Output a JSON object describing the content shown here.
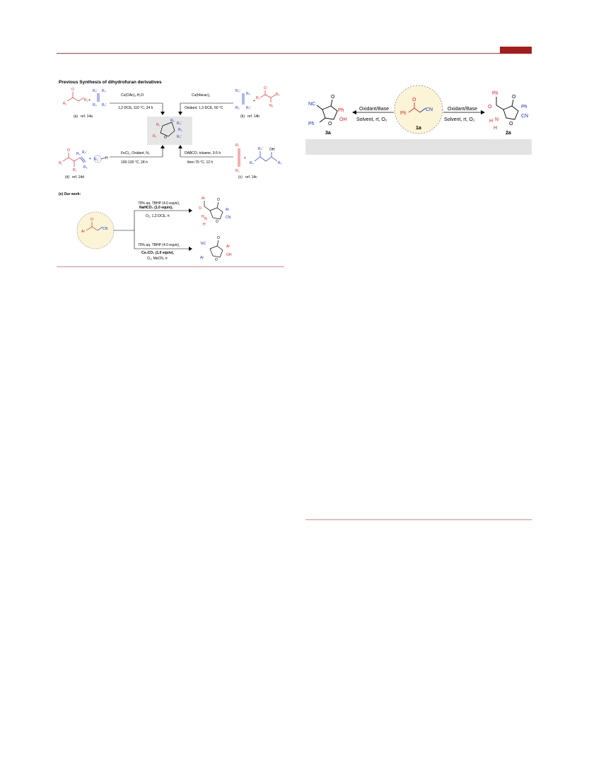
{
  "header": {
    "accent_color": "#a61c1c"
  },
  "scheme1": {
    "heading": "Previous Synthesis of dihydrofuran derivatives",
    "a": {
      "conditions": [
        "Cu(OAc)₂.H₂O",
        "1,2-DCE, 110 °C, 24 h"
      ],
      "ref": "ref. 14a",
      "label": "(a)"
    },
    "b": {
      "conditions": [
        "Cu(hfacac)₂",
        "Oxidant, 1,2-DCE, 60 °C"
      ],
      "ref": "ref. 14b",
      "label": "(b)"
    },
    "c": {
      "conditions": [
        "DABCO, toluene, 3-5 h",
        "then 70 °C, 12 h"
      ],
      "ref": "ref. 14c",
      "label": "(c)"
    },
    "d": {
      "conditions": [
        "FeCl₂, Oxidant, N₂",
        "100-130 °C, 24 h"
      ],
      "ref": "ref. 14d",
      "label": "(d)"
    },
    "e": {
      "heading": "(e) Our work:",
      "top_conditions": [
        "70% aq. TBHP (4.0 equiv),",
        "NaHCO₃ (1.0 equiv),",
        "O₂, 1,2-DCE, rt"
      ],
      "bottom_conditions": [
        "70% aq. TBHP (4.0 equiv),",
        "Cs₂CO₃ (1.0 equiv),",
        "O₂, MeCN, rt"
      ]
    },
    "groups": {
      "R1": "R₁",
      "R2": "R₂",
      "R3": "R₃",
      "R3p": "R₃'",
      "R4": "R₄",
      "R4p": "R₄'",
      "R5": "R₅",
      "Ar": "Ar",
      "CN": "CN",
      "N2": "N₂",
      "O": "O",
      "OH": "OH",
      "H": "H",
      "NC": "NC"
    }
  },
  "scheme2": {
    "left_conditions": [
      "Oxidant/Base",
      "Solvent, rt, O₂"
    ],
    "right_conditions": [
      "Oxidant/Base",
      "Solvent, rt, O₂"
    ],
    "center_label": "1a",
    "left_label": "3a",
    "right_label": "2a",
    "groups": {
      "Ph": "Ph",
      "CN": "CN",
      "NC": "NC",
      "O": "O",
      "OH": "OH",
      "N": "N",
      "H": "H"
    }
  }
}
